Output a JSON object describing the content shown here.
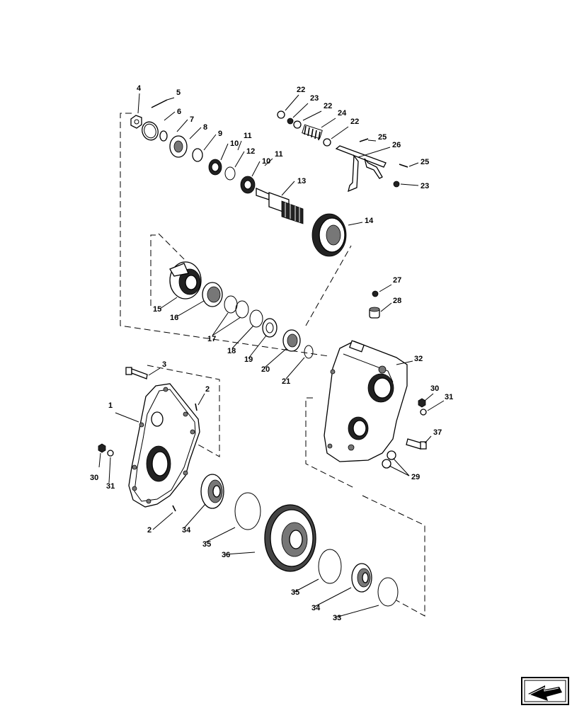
{
  "callouts": [
    {
      "label": "4"
    },
    {
      "label": "5"
    },
    {
      "label": "6"
    },
    {
      "label": "7"
    },
    {
      "label": "8"
    },
    {
      "label": "9"
    },
    {
      "label": "10"
    },
    {
      "label": "11"
    },
    {
      "label": "12"
    },
    {
      "label": "10"
    },
    {
      "label": "11"
    },
    {
      "label": "13"
    },
    {
      "label": "22"
    },
    {
      "label": "23"
    },
    {
      "label": "22"
    },
    {
      "label": "24"
    },
    {
      "label": "22"
    },
    {
      "label": "25"
    },
    {
      "label": "26"
    },
    {
      "label": "25"
    },
    {
      "label": "23"
    },
    {
      "label": "14"
    },
    {
      "label": "15"
    },
    {
      "label": "16"
    },
    {
      "label": "17"
    },
    {
      "label": "18"
    },
    {
      "label": "19"
    },
    {
      "label": "20"
    },
    {
      "label": "21"
    },
    {
      "label": "27"
    },
    {
      "label": "28"
    },
    {
      "label": "32"
    },
    {
      "label": "3"
    },
    {
      "label": "2"
    },
    {
      "label": "1"
    },
    {
      "label": "30"
    },
    {
      "label": "31"
    },
    {
      "label": "30"
    },
    {
      "label": "31"
    },
    {
      "label": "37"
    },
    {
      "label": "29"
    },
    {
      "label": "2"
    },
    {
      "label": "34"
    },
    {
      "label": "35"
    },
    {
      "label": "36"
    },
    {
      "label": "35"
    },
    {
      "label": "34"
    },
    {
      "label": "33"
    }
  ],
  "nav_icon": "next-page-arrow-icon"
}
